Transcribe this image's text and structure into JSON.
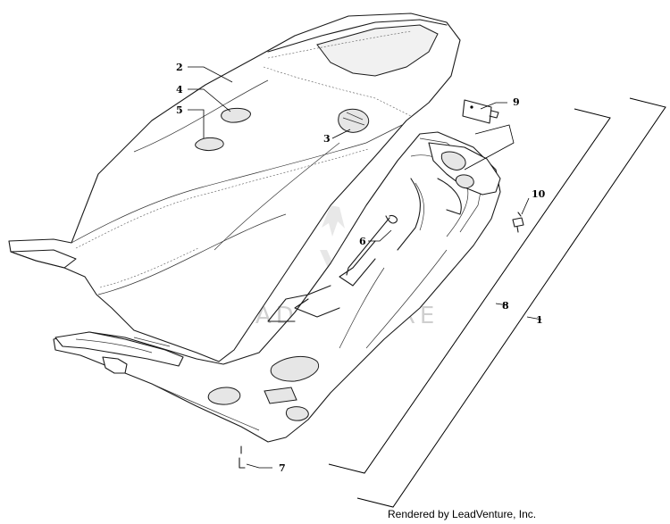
{
  "diagram": {
    "callouts": [
      {
        "id": "callout-1",
        "label": "1"
      },
      {
        "id": "callout-2",
        "label": "2"
      },
      {
        "id": "callout-3",
        "label": "3"
      },
      {
        "id": "callout-4",
        "label": "4"
      },
      {
        "id": "callout-5",
        "label": "5"
      },
      {
        "id": "callout-6",
        "label": "6"
      },
      {
        "id": "callout-7",
        "label": "7"
      },
      {
        "id": "callout-8",
        "label": "8"
      },
      {
        "id": "callout-9",
        "label": "9"
      },
      {
        "id": "callout-10",
        "label": "10"
      }
    ],
    "watermark": "LEADVENTURE",
    "credit": "Rendered by LeadVenture, Inc."
  }
}
